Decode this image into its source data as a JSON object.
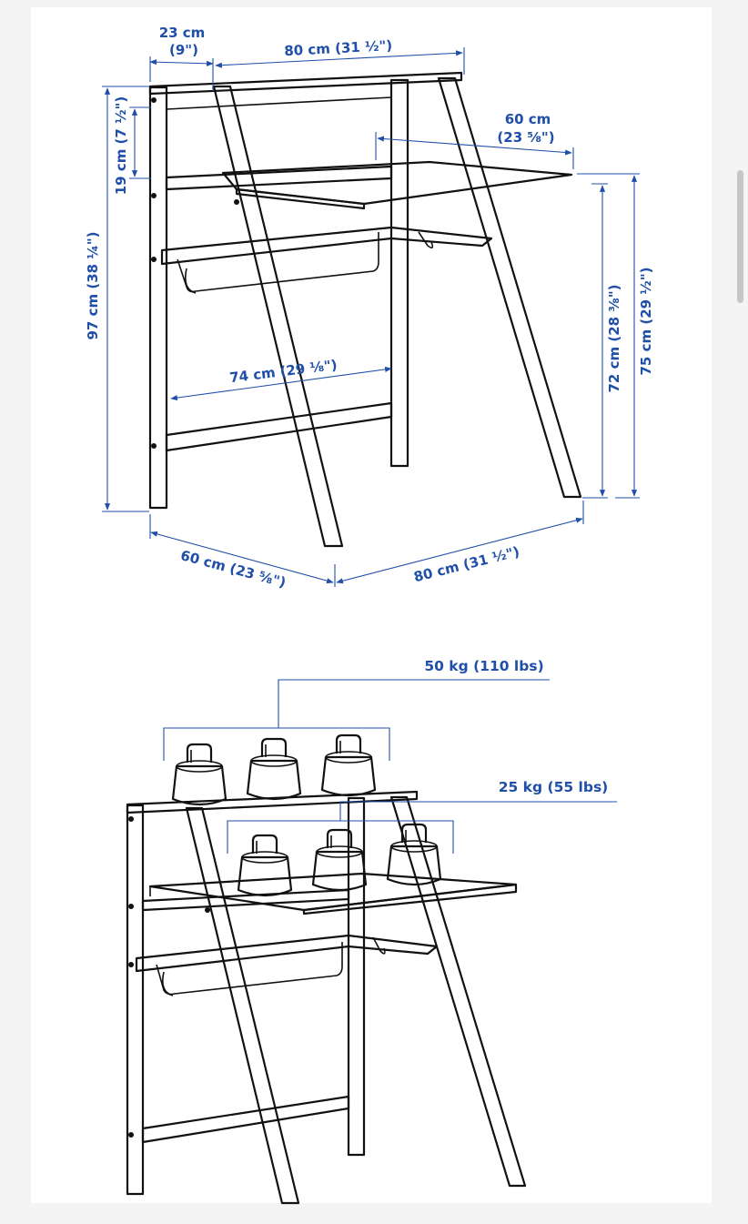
{
  "diagram_top": {
    "depth_top_shelf": "23 cm",
    "depth_top_shelf_in": "(9\")",
    "width_top": "80 cm (31 ½\")",
    "desk_depth": "60 cm",
    "desk_depth_in": "(23 ⅝\")",
    "shelf_gap": "19 cm (7 ½\")",
    "total_height": "97 cm (38 ¼\")",
    "inner_width": "74 cm (29 ⅛\")",
    "under_desk_height": "72 cm (28 ⅜\")",
    "desk_height": "75 cm (29 ½\")",
    "base_depth": "60 cm (23 ⅝\")",
    "base_width": "80 cm (31 ½\")"
  },
  "diagram_bottom": {
    "top_shelf_load": "50 kg (110 lbs)",
    "desk_load": "25 kg (55 lbs)"
  },
  "colors": {
    "dimension": "#1f4fa8",
    "line": "#111111",
    "background": "#f4f4f4",
    "panel": "#ffffff"
  }
}
